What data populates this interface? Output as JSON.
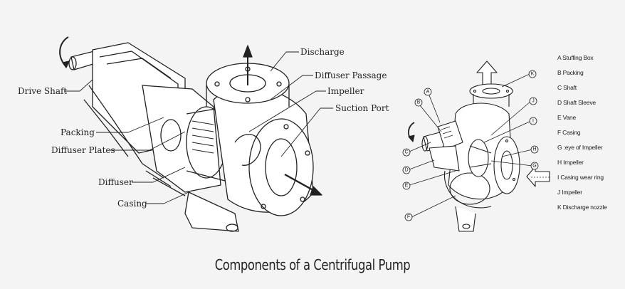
{
  "title": "Components of a Centrifugal Pump",
  "left_diagram": {
    "labels": {
      "discharge": "Discharge",
      "diffuser_passage": "Diffuser Passage",
      "impeller": "Impeller",
      "suction_port": "Suction Port",
      "drive_shaft": "Drive Shaft",
      "packing": "Packing",
      "diffuser_plates": "Diffuser Plates",
      "diffuser": "Diffuser",
      "casing": "Casing"
    }
  },
  "right_diagram": {
    "callouts": {
      "A": "A",
      "B": "B",
      "C": "C",
      "D": "D",
      "E": "E",
      "F": "F",
      "G": "G",
      "H": "H",
      "I": "I",
      "J": "J",
      "K": "K"
    },
    "legend": [
      "A  Stuffing Box",
      "B  Packing",
      "C  Shaft",
      "D  Shaft Sleeve",
      "E  Vane",
      "F  Casing",
      "G  :eye of Impeller",
      "H  Impeller",
      "I  Casing wear ring",
      "J  Impeller",
      "K  Discharge nozzle"
    ]
  }
}
